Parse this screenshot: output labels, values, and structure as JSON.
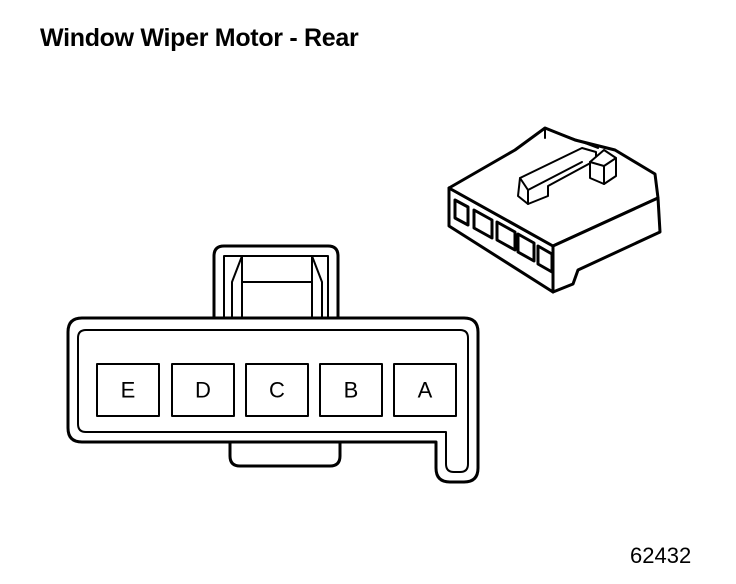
{
  "title": "Window Wiper Motor - Rear",
  "figure_id": "62432",
  "connector": {
    "pins": [
      "E",
      "D",
      "C",
      "B",
      "A"
    ]
  },
  "colors": {
    "line": "#000000",
    "background": "#ffffff"
  }
}
